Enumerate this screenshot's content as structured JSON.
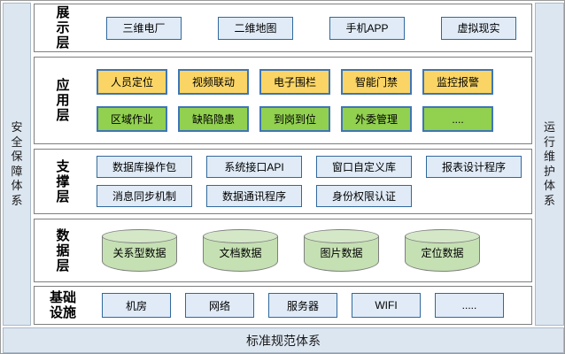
{
  "pillars": {
    "left": "安全保障体系",
    "right": "运行维护体系",
    "bottom": "标准规范体系"
  },
  "layers": [
    {
      "label": "展示层",
      "label_lines": [
        "展",
        "示",
        "层"
      ],
      "item_rows": [
        {
          "type": "blue",
          "items": [
            "三维电厂",
            "二维地图",
            "手机APP",
            "虚拟现实"
          ]
        }
      ]
    },
    {
      "label": "应用层",
      "label_lines": [
        "应",
        "用",
        "层"
      ],
      "item_rows": [
        {
          "type": "yellow",
          "items": [
            "人员定位",
            "视频联动",
            "电子围栏",
            "智能门禁",
            "监控报警"
          ]
        },
        {
          "type": "green",
          "items": [
            "区域作业",
            "缺陷隐患",
            "到岗到位",
            "外委管理",
            "...."
          ]
        }
      ]
    },
    {
      "label": "支撑层",
      "label_lines": [
        "支",
        "撑",
        "层"
      ],
      "item_rows": [
        {
          "type": "blue",
          "items": [
            "数据库操作包",
            "系统接口API",
            "窗口自定义库",
            "报表设计程序"
          ]
        },
        {
          "type": "blue",
          "items": [
            "消息同步机制",
            "数据通讯程序",
            "身份权限认证"
          ]
        }
      ]
    },
    {
      "label": "数据层",
      "label_lines": [
        "数",
        "据",
        "层"
      ],
      "item_rows": [
        {
          "type": "cylinder",
          "items": [
            "关系型数据",
            "文档数据",
            "图片数据",
            "定位数据"
          ]
        }
      ]
    },
    {
      "label": "基础设施",
      "label_lines": [
        "基础",
        "设施"
      ],
      "item_rows": [
        {
          "type": "blue",
          "items": [
            "机房",
            "网络",
            "服务器",
            "WIFI",
            "....."
          ]
        }
      ]
    }
  ],
  "colors": {
    "pillar_fill": "#dce6f1",
    "pillar_border": "#aab8c8",
    "layer_fill": "#ffffff",
    "layer_border": "#7f7f7f",
    "blue_fill": "#e0ebf7",
    "blue_border": "#31699c",
    "yellow_fill": "#fad565",
    "yellow_border": "#3f76b6",
    "green_fill": "#92d050",
    "green_border": "#3f76b6",
    "cylinder_fill": "#c5e0b3",
    "cylinder_top_fill": "#d4e8c7",
    "cylinder_border": "#7f7f7f"
  }
}
